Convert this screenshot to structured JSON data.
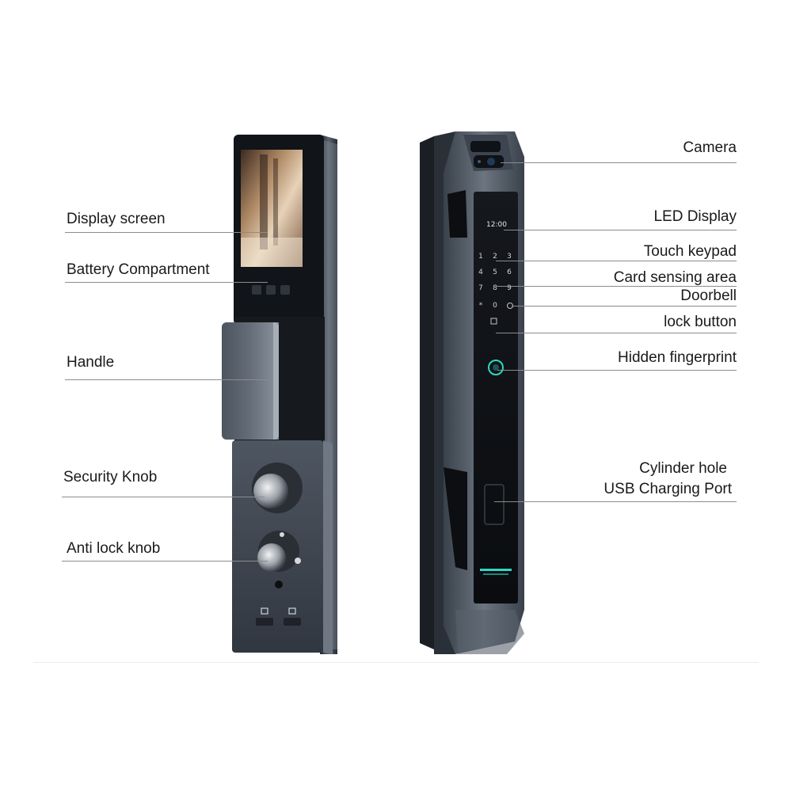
{
  "labels_left": {
    "display_screen": "Display screen",
    "battery_compartment": "Battery Compartment",
    "handle": "Handle",
    "security_knob": "Security Knob",
    "anti_lock_knob": "Anti lock knob"
  },
  "labels_right": {
    "camera": "Camera",
    "led_display": "LED Display",
    "touch_keypad": "Touch keypad",
    "card_sensing_area": "Card sensing area",
    "doorbell": "Doorbell",
    "lock_button": "lock button",
    "hidden_fingerprint": "Hidden fingerprint",
    "cylinder_hole": "Cylinder hole",
    "usb_charging_port": "USB Charging Port"
  },
  "led_screen": {
    "clock": "12:00",
    "keys": [
      "1",
      "2",
      "3",
      "4",
      "5",
      "6",
      "7",
      "8",
      "9",
      "*",
      "0"
    ]
  },
  "colors": {
    "body_dark": "#2b3038",
    "body_metal": "#4d5560",
    "panel_black": "#0d0f13",
    "accent_teal": "#2fd6c8",
    "rule": "#8c8c8c"
  }
}
